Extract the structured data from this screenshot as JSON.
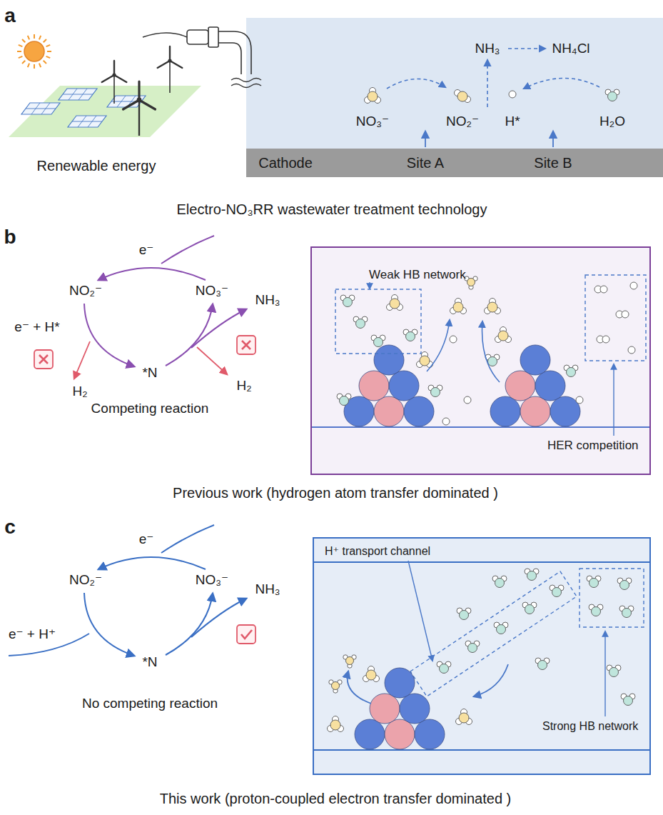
{
  "diagram": {
    "nodes": [
      {
        "text": [
          "Cathode",
          "Site A",
          "Site B"
        ]
      },
      {
        "text": [
          "Weak HB network",
          "HER competition"
        ]
      },
      {
        "text": [
          "H⁺ transport channel",
          "Strong HB network"
        ]
      }
    ],
    "labels": [
      "a",
      "Renewable energy",
      "NH₃",
      "NH₄Cl",
      "NO₃⁻",
      "NO₂⁻",
      "H*",
      "H₂O",
      "Electro-NO₃RR wastewater treatment technology",
      "b",
      "e⁻",
      "NO₂⁻",
      "NO₃⁻",
      "e⁻ + H*",
      "H₂",
      "*N",
      "H₂",
      "NH₃",
      "Competing reaction",
      "Previous work (hydrogen atom transfer dominated )",
      "c",
      "e⁻",
      "NO₂⁻",
      "NO₃⁻",
      "e⁻ + H⁺",
      "*N",
      "NH₃",
      "No competing reaction",
      "This work (proton-coupled electron transfer dominated )"
    ]
  }
}
